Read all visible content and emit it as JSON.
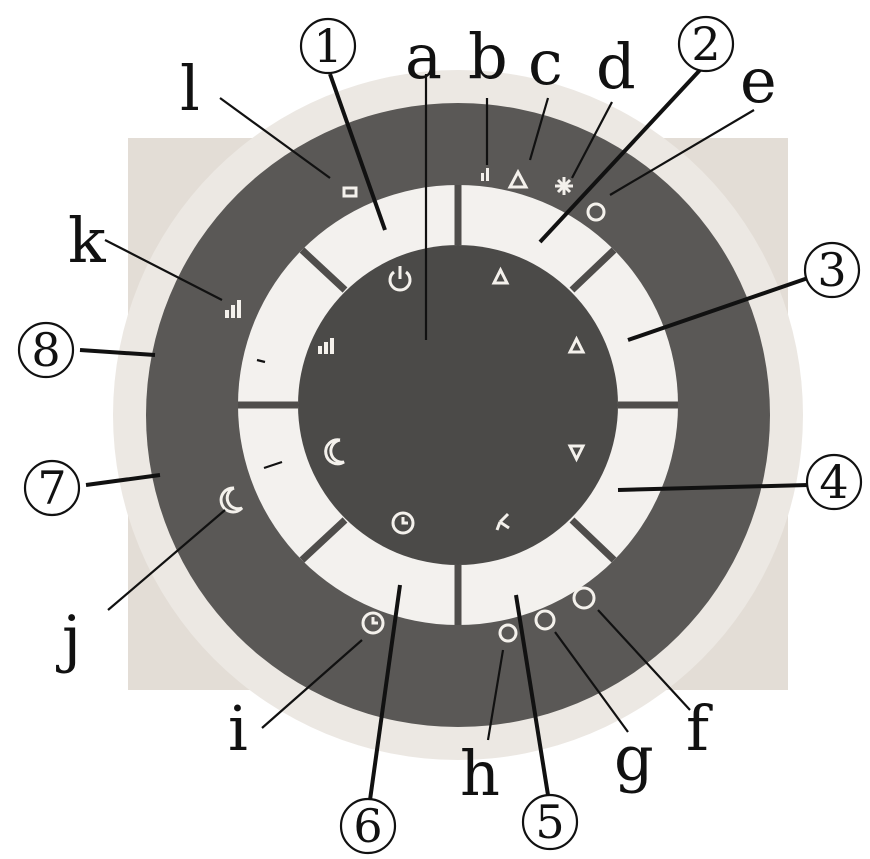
{
  "callouts": {
    "numbers": [
      "1",
      "2",
      "3",
      "4",
      "5",
      "6",
      "7",
      "8"
    ],
    "letters": [
      "a",
      "b",
      "c",
      "d",
      "e",
      "f",
      "g",
      "h",
      "i",
      "j",
      "k",
      "l"
    ]
  },
  "icons": {
    "power": "power-icon",
    "up_arrow": "triangle-up-icon",
    "down_arrow": "triangle-down-icon",
    "swing": "swing-icon",
    "timer": "clock-icon",
    "sleep": "moon-icon",
    "mode": "mode-bars-icon",
    "fan": "fan-icon",
    "snowflake": "snowflake-icon"
  }
}
